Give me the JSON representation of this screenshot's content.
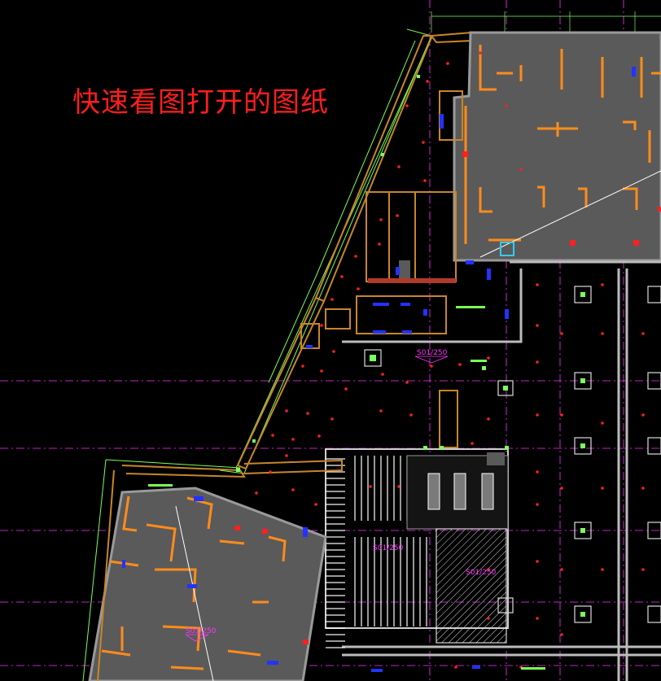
{
  "banner": {
    "text": "快速看图打开的图纸"
  },
  "labels": {
    "room_a": "S01/250",
    "room_b": "S01/250",
    "room_c": "S01/250",
    "room_d": "S01/250"
  },
  "colors": {
    "background": "#000000",
    "banner": "#ff1e1e",
    "wall": "#8c8c8c",
    "room_fill": "#5a5a5a",
    "partition": "#ff8c1a",
    "grid_axis": "#ff33ff",
    "outline": "#7cff5a",
    "column": "#ffffff",
    "marker": "#ff2020",
    "window": "#2233ff",
    "hatch": "#ffffff"
  },
  "icons": {
    "column_marker": "square-column-icon",
    "sprinkler": "red-dot-icon"
  }
}
